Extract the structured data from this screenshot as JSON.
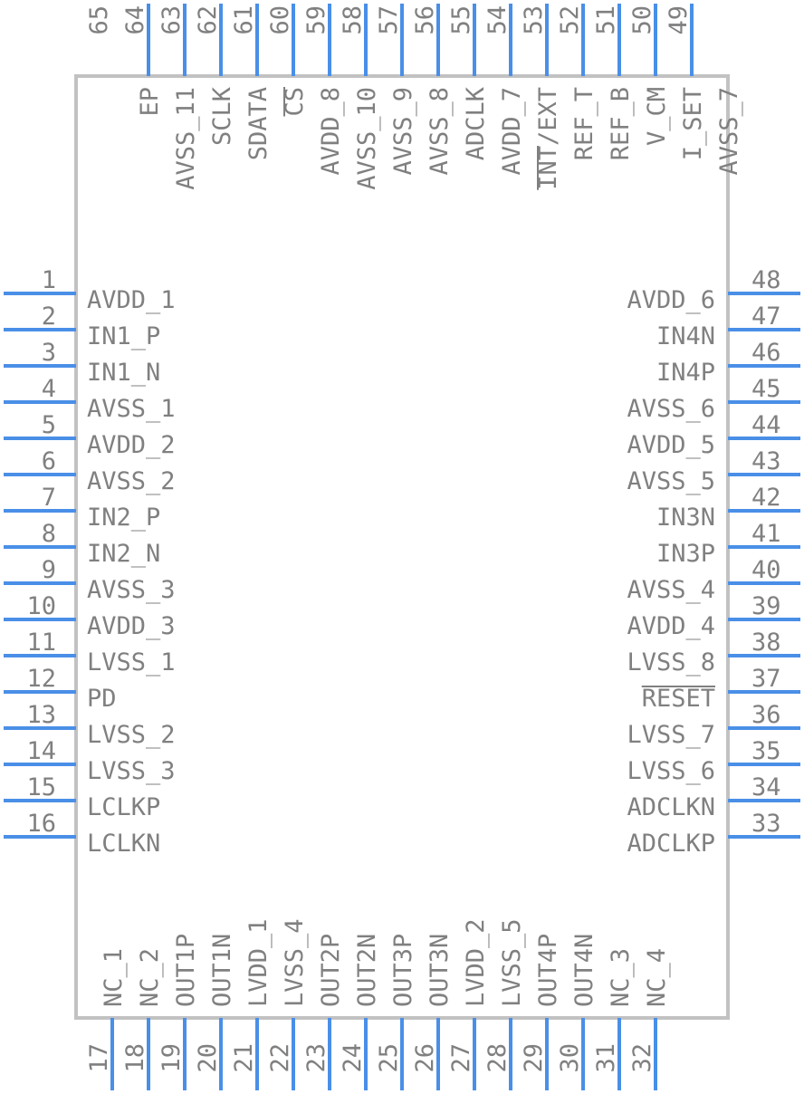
{
  "colors": {
    "pin": "#4a8fe7",
    "body": "#c2c2c2",
    "text": "#808080",
    "background": "#ffffff"
  },
  "left_pins": [
    {
      "num": "1",
      "name": "AVDD_1"
    },
    {
      "num": "2",
      "name": "IN1_P"
    },
    {
      "num": "3",
      "name": "IN1_N"
    },
    {
      "num": "4",
      "name": "AVSS_1"
    },
    {
      "num": "5",
      "name": "AVDD_2"
    },
    {
      "num": "6",
      "name": "AVSS_2"
    },
    {
      "num": "7",
      "name": "IN2_P"
    },
    {
      "num": "8",
      "name": "IN2_N"
    },
    {
      "num": "9",
      "name": "AVSS_3"
    },
    {
      "num": "10",
      "name": "AVDD_3"
    },
    {
      "num": "11",
      "name": "LVSS_1"
    },
    {
      "num": "12",
      "name": "PD"
    },
    {
      "num": "13",
      "name": "LVSS_2"
    },
    {
      "num": "14",
      "name": "LVSS_3"
    },
    {
      "num": "15",
      "name": "LCLKP"
    },
    {
      "num": "16",
      "name": "LCLKN"
    }
  ],
  "right_pins": [
    {
      "num": "48",
      "name": "AVDD_6"
    },
    {
      "num": "47",
      "name": "IN4N"
    },
    {
      "num": "46",
      "name": "IN4P"
    },
    {
      "num": "45",
      "name": "AVSS_6"
    },
    {
      "num": "44",
      "name": "AVDD_5"
    },
    {
      "num": "43",
      "name": "AVSS_5"
    },
    {
      "num": "42",
      "name": "IN3N"
    },
    {
      "num": "41",
      "name": "IN3P"
    },
    {
      "num": "40",
      "name": "AVSS_4"
    },
    {
      "num": "39",
      "name": "AVDD_4"
    },
    {
      "num": "38",
      "name": "LVSS_8"
    },
    {
      "num": "37",
      "name": "RESET",
      "overline": true
    },
    {
      "num": "36",
      "name": "LVSS_7"
    },
    {
      "num": "35",
      "name": "LVSS_6"
    },
    {
      "num": "34",
      "name": "ADCLKN"
    },
    {
      "num": "33",
      "name": "ADCLKP"
    }
  ],
  "top_pins": [
    {
      "num": "65",
      "name": "",
      "line": false
    },
    {
      "num": "64",
      "name": "EP"
    },
    {
      "num": "63",
      "name": "AVSS_11"
    },
    {
      "num": "62",
      "name": "SCLK"
    },
    {
      "num": "61",
      "name": "SDATA"
    },
    {
      "num": "60",
      "name": "CS",
      "overline": true
    },
    {
      "num": "59",
      "name": "AVDD_8"
    },
    {
      "num": "58",
      "name": "AVSS_10"
    },
    {
      "num": "57",
      "name": "AVSS_9"
    },
    {
      "num": "56",
      "name": "AVSS_8"
    },
    {
      "num": "55",
      "name": "ADCLK"
    },
    {
      "num": "54",
      "name": "AVDD_7"
    },
    {
      "num": "53",
      "name": "INT/EXT",
      "overline_from": 4
    },
    {
      "num": "52",
      "name": "REF_T"
    },
    {
      "num": "51",
      "name": "REF_B"
    },
    {
      "num": "50",
      "name": "V_CM"
    },
    {
      "num": "49",
      "name": "I_SET"
    },
    {
      "num": "",
      "name": "AVSS_7",
      "line": false
    }
  ],
  "bottom_pins": [
    {
      "num": "17",
      "name": "NC_1"
    },
    {
      "num": "18",
      "name": "NC_2"
    },
    {
      "num": "19",
      "name": "OUT1P"
    },
    {
      "num": "20",
      "name": "OUT1N"
    },
    {
      "num": "21",
      "name": "LVDD_1"
    },
    {
      "num": "22",
      "name": "LVSS_4"
    },
    {
      "num": "23",
      "name": "OUT2P"
    },
    {
      "num": "24",
      "name": "OUT2N"
    },
    {
      "num": "25",
      "name": "OUT3P"
    },
    {
      "num": "26",
      "name": "OUT3N"
    },
    {
      "num": "27",
      "name": "LVDD_2"
    },
    {
      "num": "28",
      "name": "LVSS_5"
    },
    {
      "num": "29",
      "name": "OUT4P"
    },
    {
      "num": "30",
      "name": "OUT4N"
    },
    {
      "num": "31",
      "name": "NC_3"
    },
    {
      "num": "32",
      "name": "NC_4"
    }
  ]
}
